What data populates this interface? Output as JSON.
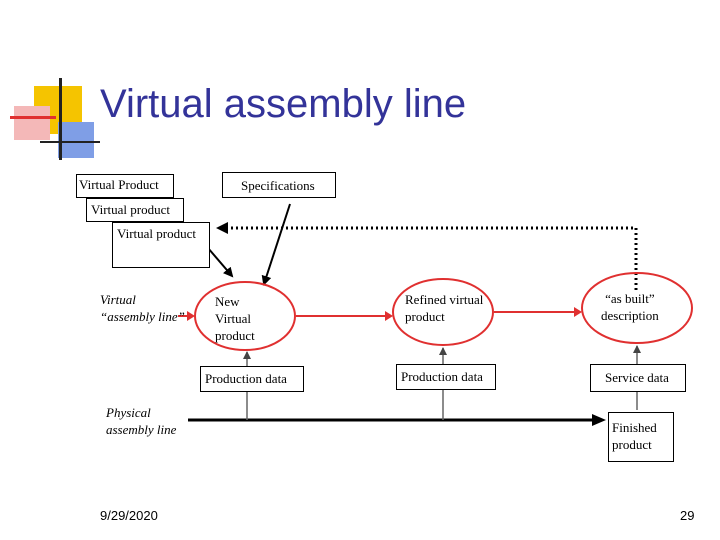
{
  "slide": {
    "title": "Virtual assembly line",
    "date": "9/29/2020",
    "page_number": "29"
  },
  "top": {
    "virtual_product_1": "Virtual Product",
    "specifications": "Specifications",
    "virtual_product_2": "Virtual product",
    "virtual_product_3": "Virtual product"
  },
  "flow": {
    "virtual_line_label_1": "Virtual",
    "virtual_line_label_2": "“assembly line”",
    "new_virtual_product_1": "New",
    "new_virtual_product_2": "Virtual",
    "new_virtual_product_3": "product",
    "refined_1": "Refined virtual",
    "refined_2": "product",
    "as_built_1": "“as built”",
    "as_built_2": "description"
  },
  "data_boxes": {
    "production_data_1": "Production data",
    "production_data_2": "Production data",
    "service_data": "Service data"
  },
  "physical": {
    "label_1": "Physical",
    "label_2": "assembly line",
    "finished_1": "Finished",
    "finished_2": "product"
  },
  "colors": {
    "title": "#333399",
    "accent_red": "#e03030",
    "logo_yellow": "#f5c400",
    "logo_blue": "#5a7fd8"
  }
}
